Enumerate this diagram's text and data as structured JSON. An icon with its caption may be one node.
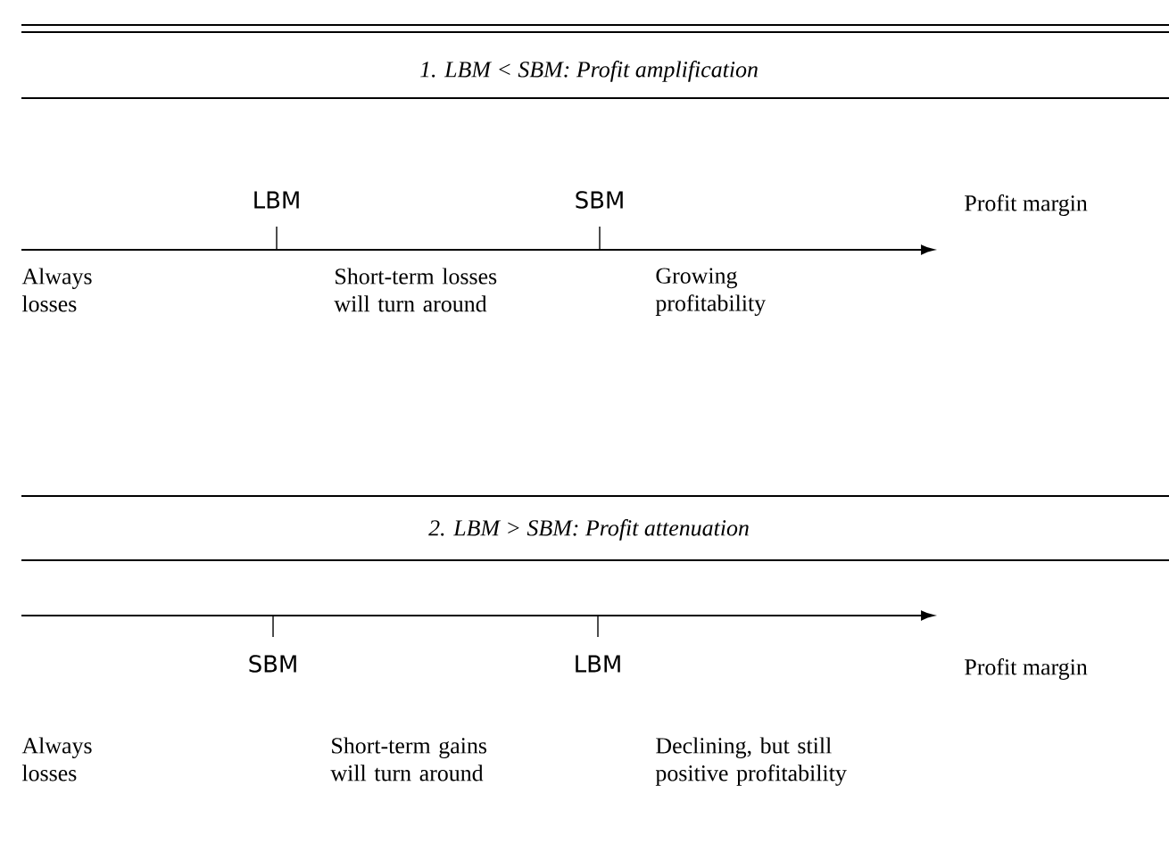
{
  "diagram": {
    "labels": [
      "1. LBM < SBM: Profit amplification",
      "LBM",
      "SBM",
      "Profit margin",
      "Always losses",
      "Short-term losses will turn around",
      "Growing profitability",
      "2. LBM > SBM: Profit attenuation",
      "SBM",
      "LBM",
      "Profit margin",
      "Always losses",
      "Short-term gains will turn around",
      "Declining, but still positive profitability"
    ]
  }
}
